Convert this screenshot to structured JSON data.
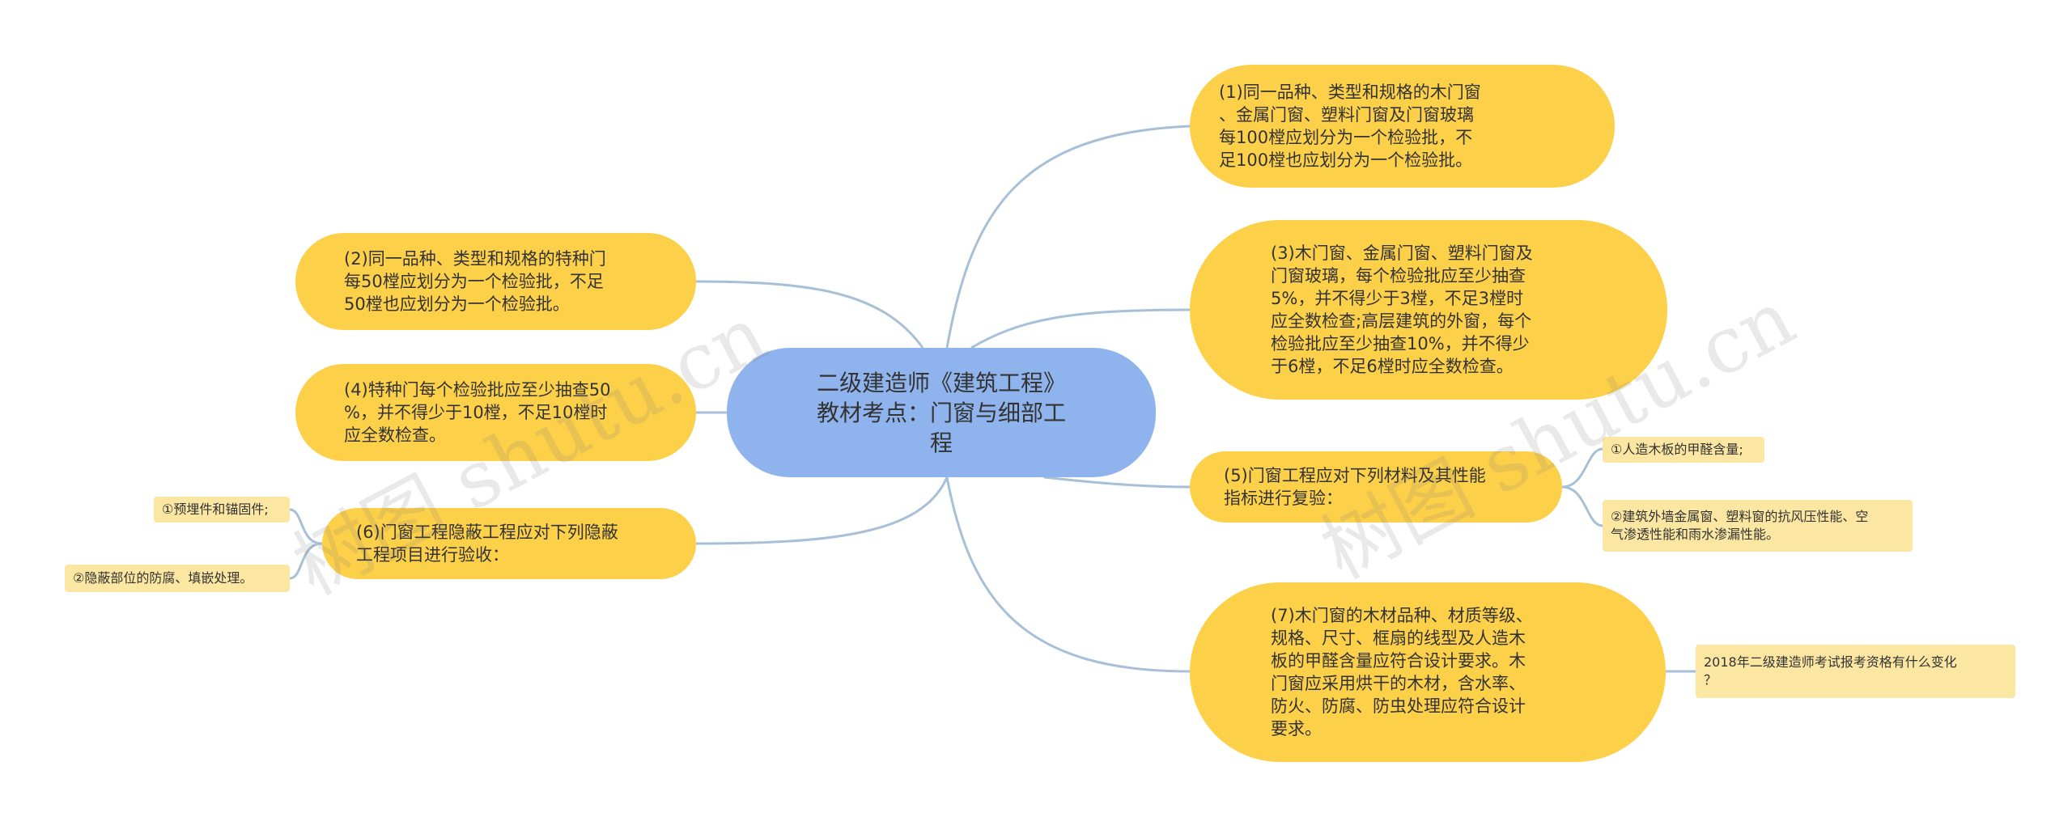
{
  "colors": {
    "center": "#8fb3ec",
    "main": "#fdd04a",
    "sub": "#fbe6a2",
    "edge": "#a7c0d8"
  },
  "center": "二级建造师《建筑工程》\n教材考点：门窗与细部工\n程",
  "nodes": {
    "n1": "(1)同一品种、类型和规格的木门窗\n、金属门窗、塑料门窗及门窗玻璃\n每100樘应划分为一个检验批，不\n足100樘也应划分为一个检验批。",
    "n2": "(2)同一品种、类型和规格的特种门\n每50樘应划分为一个检验批，不足\n50樘也应划分为一个检验批。",
    "n3": "(3)木门窗、金属门窗、塑料门窗及\n门窗玻璃，每个检验批应至少抽查\n5%，并不得少于3樘，不足3樘时\n应全数检查;高层建筑的外窗，每个\n检验批应至少抽查10%，并不得少\n于6樘，不足6樘时应全数检查。",
    "n4": "(4)特种门每个检验批应至少抽查50\n%，并不得少于10樘，不足10樘时\n应全数检查。",
    "n5": "(5)门窗工程应对下列材料及其性能\n指标进行复验：",
    "n6": "(6)门窗工程隐蔽工程应对下列隐蔽\n工程项目进行验收：",
    "n7": "(7)木门窗的木材品种、材质等级、\n规格、尺寸、框扇的线型及人造木\n板的甲醛含量应符合设计要求。木\n门窗应采用烘干的木材，含水率、\n防火、防腐、防虫处理应符合设计\n要求。"
  },
  "subs": {
    "s5a": "①人造木板的甲醛含量;",
    "s5b": "②建筑外墙金属窗、塑料窗的抗风压性能、空\n气渗透性能和雨水渗漏性能。",
    "s6a": "①预埋件和锚固件;",
    "s6b": "②隐蔽部位的防腐、填嵌处理。",
    "s7a": "2018年二级建造师考试报考资格有什么变化\n？"
  },
  "watermark": "树图 shutu.cn"
}
